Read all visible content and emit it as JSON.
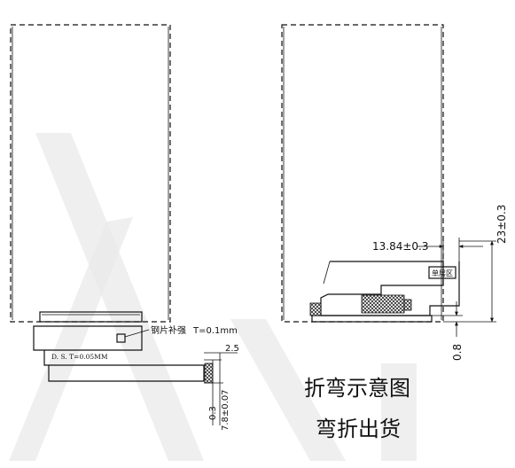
{
  "left_view": {
    "stiffener_label": "钢片补强",
    "stiffener_thickness": "T=0.1mm",
    "dst_label": "D. S. T=0.05MM",
    "dim_width": "2.5",
    "dim_thickness_small": "0.3",
    "dim_length": "7.8±0.07"
  },
  "right_view": {
    "dim_horizontal": "13.84±0.3",
    "dim_vertical": "23±0.3",
    "dim_bottom": "0.8",
    "single_layer_label": "单层区"
  },
  "captions": {
    "line1": "折弯示意图",
    "line2": "弯折出货"
  }
}
